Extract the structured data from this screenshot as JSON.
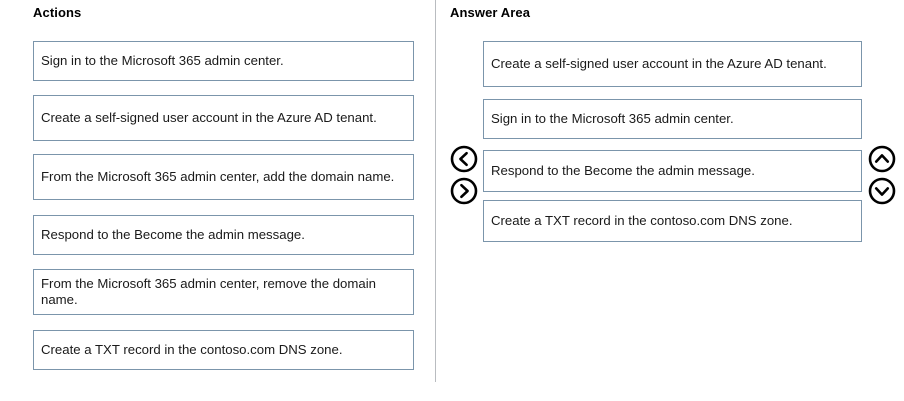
{
  "columns": {
    "actions": {
      "heading": "Actions",
      "items": [
        {
          "text": "Sign in to the Microsoft 365 admin center.",
          "lines": 1
        },
        {
          "text": "Create a self-signed user account in the Azure AD tenant.",
          "lines": 2
        },
        {
          "text": "From the Microsoft 365 admin center, add the domain name.",
          "lines": 2
        },
        {
          "text": "Respond to the Become the admin message.",
          "lines": 1
        },
        {
          "text": "From the Microsoft 365 admin center, remove the domain name.",
          "lines": 2
        },
        {
          "text": "Create a TXT record in the contoso.com DNS zone.",
          "lines": 1
        }
      ]
    },
    "answer": {
      "heading": "Answer Area",
      "items": [
        {
          "text": "Create a self-signed user account in the Azure AD tenant.",
          "lines": 2
        },
        {
          "text": "Sign in to the Microsoft 365 admin center.",
          "lines": 1
        },
        {
          "text": "Respond to the Become the admin message.",
          "lines": 1
        },
        {
          "text": "Create a TXT record in the contoso.com DNS zone.",
          "lines": 1
        }
      ]
    }
  },
  "controls": {
    "move_left": "move-left-icon",
    "move_right": "move-right-icon",
    "move_up": "move-up-icon",
    "move_down": "move-down-icon"
  },
  "colors": {
    "box_border": "#7b95ab",
    "divider": "#b9bcc0",
    "text": "#1a1a1a",
    "background": "#ffffff",
    "control_stroke": "#000000"
  }
}
